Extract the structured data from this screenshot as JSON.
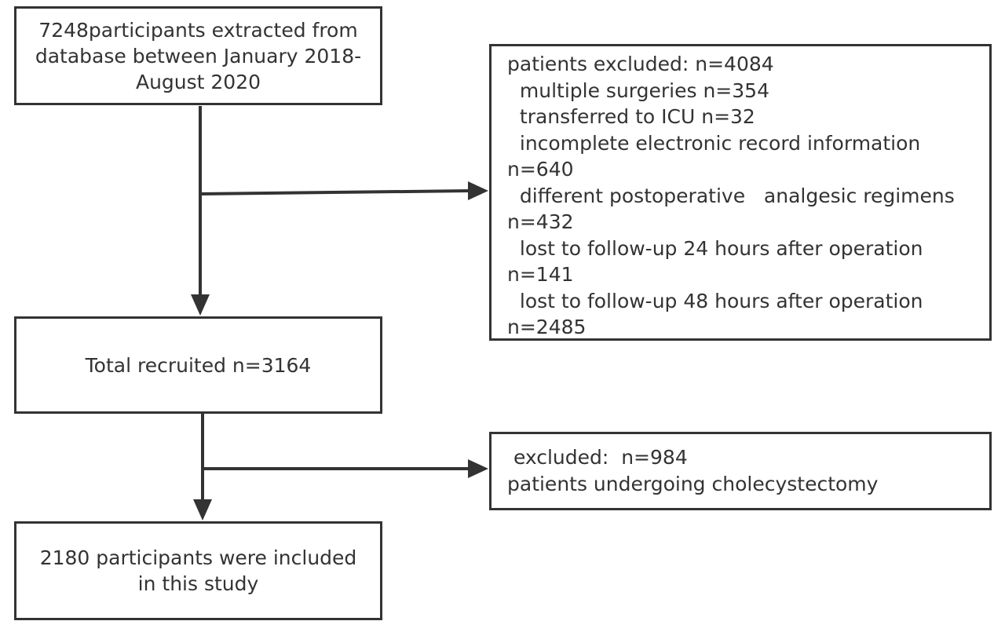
{
  "boxes": {
    "start": {
      "lines": [
        "7248participants extracted from",
        "database between January 2018-",
        "August 2020"
      ]
    },
    "excluded_first": {
      "lines": [
        "patients excluded: n=4084",
        "  multiple surgeries n=354",
        "  transferred to ICU n=32",
        "  incomplete electronic record information",
        "n=640",
        "  different postoperative   analgesic regimens",
        "n=432",
        "  lost to follow-up 24 hours after operation",
        "n=141",
        "  lost to follow-up 48 hours after operation",
        "n=2485"
      ]
    },
    "recruited": {
      "lines": [
        "Total recruited n=3164"
      ]
    },
    "excluded_second": {
      "lines": [
        " excluded:  n=984",
        "patients undergoing cholecystectomy"
      ]
    },
    "included": {
      "lines": [
        "2180 participants were included",
        "in this study"
      ]
    }
  },
  "colors": {
    "border": "#333333",
    "text": "#333333",
    "background": "#ffffff"
  }
}
